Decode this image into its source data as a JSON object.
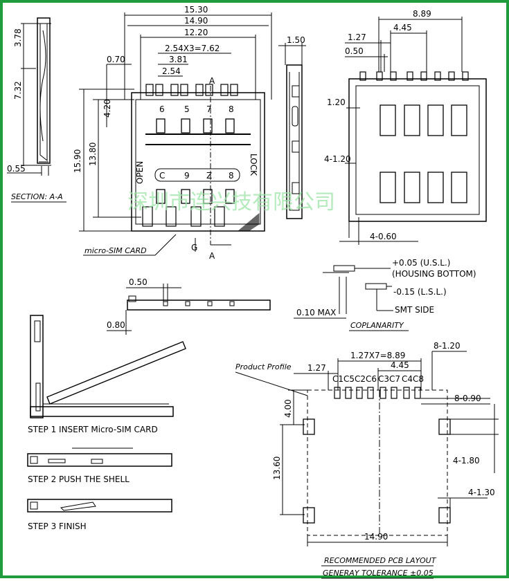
{
  "colors": {
    "frame": "#1e9b3a",
    "line": "#000000",
    "watermark": "#8fdc9b"
  },
  "section": {
    "dim_top": "3.78",
    "dim_mid": "7.32",
    "dim_bottom": "0.55",
    "title": "SECTION: A-A"
  },
  "top_view": {
    "dims": [
      "15.30",
      "14.90",
      "12.20",
      "2.54X3=7.62",
      "3.81",
      "2.54",
      "0.70",
      "4.20",
      "13.80",
      "15.90"
    ],
    "marks": {
      "a_top": "A",
      "a_bottom": "A",
      "g_mark": "G"
    },
    "contacts_top": [
      "6",
      "5",
      "7",
      "8"
    ],
    "contacts_bottom": [
      "C",
      "9",
      "Z",
      "8"
    ],
    "open": "OPEN",
    "lock": "LOCK",
    "card_label": "micro-SIM CARD"
  },
  "side_view": {
    "dim": "1.50"
  },
  "bottom_view": {
    "dims": [
      "8.89",
      "1.27",
      "4.45",
      "0.50",
      "1.20",
      "4-1.20",
      "4-0.60"
    ]
  },
  "coplanarity": {
    "usl": "+0.05 (U.S.L.)",
    "housing": "(HOUSING BOTTOM)",
    "lsl": "-0.15 (L.S.L.)",
    "smt": "SMT SIDE",
    "max": "0.10 MAX",
    "title": "COPLANARITY"
  },
  "front_view": {
    "dim_top": "0.50",
    "dim_left": "0.80"
  },
  "steps": [
    "STEP 1 INSERT Micro-SIM CARD",
    "STEP 2 PUSH THE SHELL",
    "STEP 3 FINISH"
  ],
  "pcb": {
    "profile": "Product Profile",
    "d127": "1.27",
    "d1270x7": "1.27X7=8.89",
    "d445": "4.45",
    "d8_120": "8-1.20",
    "pins": [
      "C1",
      "C5",
      "C2",
      "C6",
      "C3",
      "C7",
      "C4",
      "C8"
    ],
    "d8_090": "8-0.90",
    "d400": "4.00",
    "d1360": "13.60",
    "d4_180": "4-1.80",
    "d4_130": "4-1.30",
    "d1490": "14.90",
    "title": "RECOMMENDED PCB LAYOUT",
    "tolerance": "GENERAY TOLERANCE ±0.05"
  },
  "watermark": "深圳市连兴技有限公司"
}
